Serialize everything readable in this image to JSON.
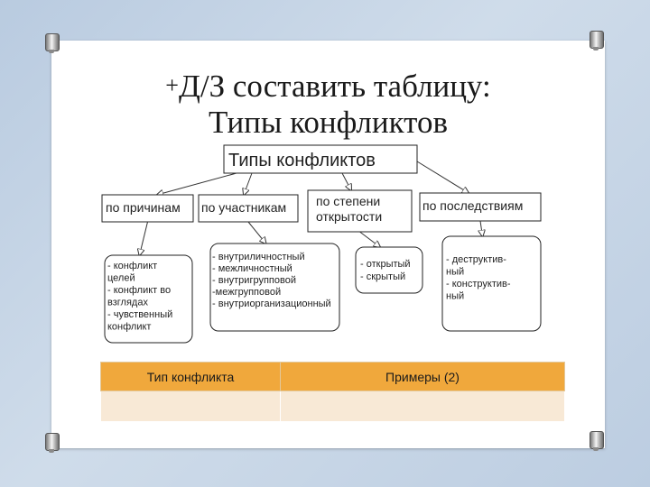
{
  "slide": {
    "title_prefix": "+",
    "title_line1": "Д/З составить таблицу:",
    "title_line2": "Типы конфликтов"
  },
  "diagram": {
    "root": "Типы конфликтов",
    "categories": [
      {
        "label": [
          "по причинам"
        ],
        "items": [
          "- конфликт",
          "целей",
          "- конфликт во",
          "взглядах",
          "- чувственный",
          "конфликт"
        ]
      },
      {
        "label": [
          "по участникам"
        ],
        "items": [
          "- внутриличностный",
          "- межличностный",
          "- внутригрупповой",
          "-межгрупповой",
          "- внутриорганизационный"
        ]
      },
      {
        "label": [
          "по степени",
          "открытости"
        ],
        "items": [
          "- открытый",
          "- скрытый"
        ]
      },
      {
        "label": [
          "по последствиям"
        ],
        "items": [
          "- деструктив-",
          "ный",
          "- конструктив-",
          "ный"
        ]
      }
    ]
  },
  "table": {
    "headers": [
      "Тип конфликта",
      "Примеры (2)"
    ],
    "rows": [
      [
        "",
        ""
      ]
    ]
  },
  "colors": {
    "table_header": "#f0a83c",
    "table_row": "#f8e9d6",
    "background": "#c5d5e6"
  }
}
